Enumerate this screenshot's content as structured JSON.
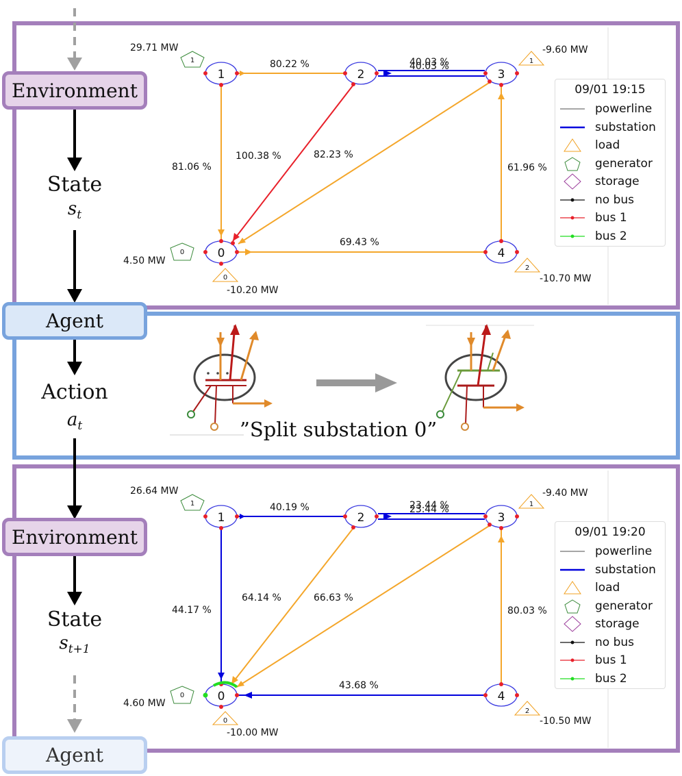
{
  "colors": {
    "environment": "#a47fbb",
    "agent": "#78a3dd",
    "line_loaded": "#f4a62a",
    "line_overloaded": "#e8202a",
    "substation": "#0000dd",
    "bus1": "#e8202a",
    "bus2": "#22dd22",
    "generator": "#3a8a3a",
    "load": "#f0a020",
    "storage": "#9a3a9a"
  },
  "loop": {
    "environment_label": "Environment",
    "agent_label": "Agent",
    "state_label": "State",
    "state_symbol": "s",
    "state_sub_t": "t",
    "state_sub_t1": "t+1",
    "action_label": "Action",
    "action_symbol": "a",
    "action_sub": "t"
  },
  "action": {
    "caption": "”Split substation 0”"
  },
  "legend_items": [
    {
      "label": "powerline",
      "icon": "powerline-icon"
    },
    {
      "label": "substation",
      "icon": "substation-icon"
    },
    {
      "label": "load",
      "icon": "load-triangle-icon"
    },
    {
      "label": "generator",
      "icon": "generator-pentagon-icon"
    },
    {
      "label": "storage",
      "icon": "storage-diamond-icon"
    },
    {
      "label": "no bus",
      "icon": "no-bus-icon"
    },
    {
      "label": "bus 1",
      "icon": "bus-1-icon"
    },
    {
      "label": "bus 2",
      "icon": "bus-2-icon"
    }
  ],
  "grids": [
    {
      "timestamp": "09/01 19:15",
      "nodes": [
        "0",
        "1",
        "2",
        "3",
        "4"
      ],
      "gen_labels": {
        "g1": "1",
        "g0": "0"
      },
      "load_labels": {
        "l1": "1",
        "l0": "0",
        "l2": "2"
      },
      "line_labels": {
        "l12": "80.22 %",
        "l23a": "40.03 %",
        "l23b": "40.03 %",
        "l10": "81.06 %",
        "l20": "100.38 %",
        "l30": "82.23 %",
        "l43": "61.96 %",
        "l04": "69.43 %"
      },
      "mw_labels": {
        "gen1": "29.71 MW",
        "load3": "-9.60 MW",
        "gen0": "4.50 MW",
        "load0": "-10.20 MW",
        "load4": "-10.70 MW"
      }
    },
    {
      "timestamp": "09/01 19:20",
      "nodes": [
        "0",
        "1",
        "2",
        "3",
        "4"
      ],
      "gen_labels": {
        "g1": "1",
        "g0": "0"
      },
      "load_labels": {
        "l1": "1",
        "l0": "0",
        "l2": "2"
      },
      "line_labels": {
        "l12": "40.19 %",
        "l23a": "23.44 %",
        "l23b": "23.44 %",
        "l10": "44.17 %",
        "l20": "64.14 %",
        "l30": "66.63 %",
        "l43": "80.03 %",
        "l04": "43.68 %"
      },
      "mw_labels": {
        "gen1": "26.64 MW",
        "load3": "-9.40 MW",
        "gen0": "4.60 MW",
        "load0": "-10.00 MW",
        "load4": "-10.50 MW"
      }
    }
  ]
}
